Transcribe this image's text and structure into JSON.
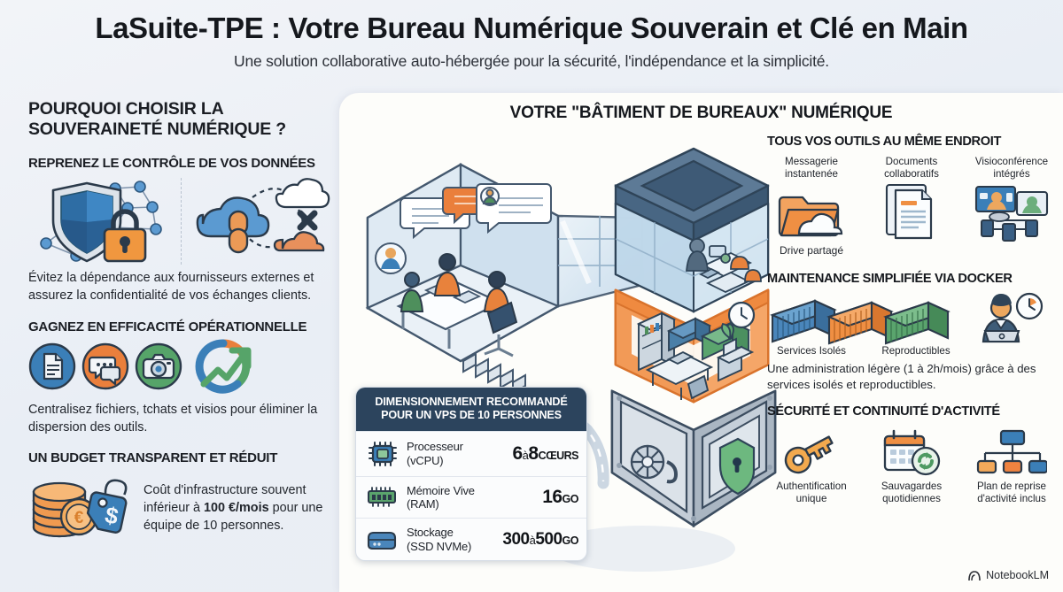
{
  "header": {
    "title": "LaSuite-TPE : Votre Bureau Numérique Souverain et Clé en Main",
    "subtitle": "Une solution collaborative auto-hébergée pour la sécurité, l'indépendance et la simplicité."
  },
  "left": {
    "column_title": "POURQUOI CHOISIR LA SOUVERAINETÉ NUMÉRIQUE ?",
    "sections": [
      {
        "heading": "REPRENEZ LE CONTRÔLE DE VOS DONNÉES",
        "body": "Évitez la dépendance aux fournisseurs externes et assurez la confidentialité de vos échanges clients.",
        "icons": [
          "shield-lock-network-icon",
          "cloud-chain-break-icon"
        ]
      },
      {
        "heading": "GAGNEZ EN EFFICACITÉ OPÉRATIONNELLE",
        "body": "Centralisez fichiers, tchats et visios pour éliminer la dispersion des outils.",
        "icons": [
          "document-icon",
          "chat-bubbles-icon",
          "camera-icon",
          "growth-arrow-icon"
        ]
      },
      {
        "heading": "UN BUDGET TRANSPARENT ET RÉDUIT",
        "body_pre": "Coût d'infrastructure souvent inférieur à ",
        "body_bold": "100 €/mois",
        "body_post": " pour une équipe de 10 personnes.",
        "icons": [
          "coins-price-tag-icon"
        ]
      }
    ]
  },
  "center": {
    "title": "VOTRE \"BÂTIMENT DE BUREAUX\" NUMÉRIQUE",
    "illustration": "isometric-office-building-icon",
    "specs": {
      "title_line1": "DIMENSIONNEMENT RECOMMANDÉ",
      "title_line2": "POUR UN VPS DE 10 PERSONNES",
      "rows": [
        {
          "icon": "cpu-chip-icon",
          "label_line1": "Processeur",
          "label_line2": "(vCPU)",
          "value_main": "6",
          "value_sep": "à",
          "value_second": "8",
          "value_unit": "CŒURS"
        },
        {
          "icon": "ram-stick-icon",
          "label_line1": "Mémoire Vive",
          "label_line2": "(RAM)",
          "value_main": "16",
          "value_sep": "",
          "value_second": "",
          "value_unit": "GO"
        },
        {
          "icon": "ssd-drive-icon",
          "label_line1": "Stockage",
          "label_line2": "(SSD NVMe)",
          "value_main": "300",
          "value_sep": "à",
          "value_second": "500",
          "value_unit": "GO"
        }
      ]
    }
  },
  "right": {
    "sections": [
      {
        "heading": "TOUS VOS OUTILS AU MÊME ENDROIT",
        "items": [
          {
            "caption_line1": "Messagerie",
            "caption_line2": "instantenée",
            "icon": "shared-drive-folder-cloud-icon",
            "sub_caption": "Drive partagé"
          },
          {
            "caption_line1": "Documents",
            "caption_line2": "collaboratifs",
            "icon": "documents-stack-icon",
            "sub_caption": ""
          },
          {
            "caption_line1": "Visioconférence",
            "caption_line2": "intégrés",
            "icon": "video-conference-room-icon",
            "sub_caption": ""
          }
        ]
      },
      {
        "heading": "MAINTENANCE SIMPLIFIÉE VIA DOCKER",
        "containers": [
          {
            "label": "Services Isolés",
            "color": "#3f7fb5"
          },
          {
            "label": "Reproductibles",
            "color": "#e8823c"
          },
          {
            "label": "",
            "color": "#56a469"
          }
        ],
        "worker_icon": "admin-person-clock-icon",
        "body": "Une administration légère (1 à 2h/mois) grâce à des services isolés et reproductibles."
      },
      {
        "heading": "SÉCURITÉ ET CONTINUITÉ D'ACTIVITÉ",
        "items": [
          {
            "caption_line1": "Authentification",
            "caption_line2": "unique",
            "icon": "key-icon"
          },
          {
            "caption_line1": "Sauvagardes",
            "caption_line2": "quotidiennes",
            "icon": "calendar-refresh-icon"
          },
          {
            "caption_line1": "Plan de reprise",
            "caption_line2": "d'activité inclus",
            "icon": "org-tree-icon"
          }
        ]
      }
    ]
  },
  "watermark": {
    "label": "NotebookLM",
    "icon": "notebooklm-icon"
  },
  "colors": {
    "page_bg": "#eef1f6",
    "card_bg": "#fdfdfa",
    "title": "#15181d",
    "blue": "#3f7fb5",
    "dark_blue": "#2c445d",
    "orange": "#e8823c",
    "green": "#56a469",
    "gray": "#9aa6b4"
  }
}
